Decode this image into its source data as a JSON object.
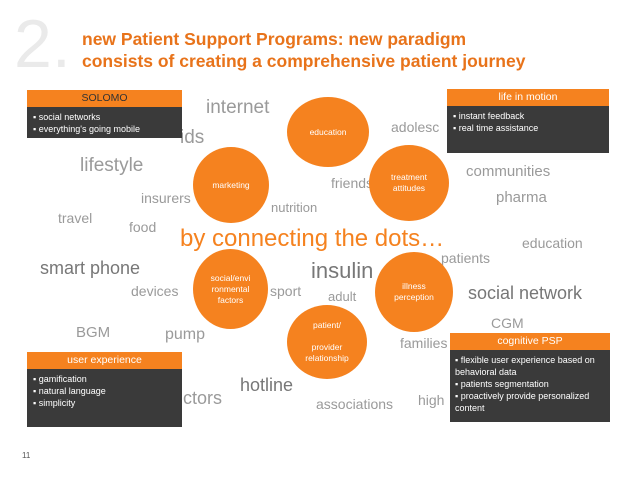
{
  "slide": {
    "section_number": "2.",
    "title_line1": "new Patient Support Programs: new paradigm",
    "title_line2": "consists of creating a comprehensive patient journey",
    "tagline": "by connecting the dots…",
    "page_number": "11"
  },
  "circles": {
    "education": "education",
    "treatment": "treatment\nattitudes",
    "marketing": "marketing",
    "social": "social/envi\nronmental\nfactors",
    "illness": "illness\nperception",
    "patient": "patient/\n\nprovider\nrelationship"
  },
  "words": {
    "internet": "internet",
    "kids": "ids",
    "adolescents": "adolesc",
    "lifestyle": "lifestyle",
    "communities": "communities",
    "insurers": "insurers",
    "friends": "friends",
    "pharma": "pharma",
    "nutrition": "nutrition",
    "travel": "travel",
    "food": "food",
    "education_word": "education",
    "patients": "patients",
    "smart_phone": "smart phone",
    "insulin": "insulin",
    "devices": "devices",
    "sport": "sport",
    "adult": "adult",
    "social_network": "social network",
    "bgm": "BGM",
    "pump": "pump",
    "cgm": "CGM",
    "families": "families",
    "hotline": "hotline",
    "doctors": "ctors",
    "associations": "associations",
    "high": "high"
  },
  "callouts": {
    "solomo": {
      "title": "SOLOMO",
      "items": [
        "social networks",
        "everything's going mobile"
      ]
    },
    "life_in_motion": {
      "title": "life in motion",
      "items": [
        "instant feedback",
        "real time assistance"
      ]
    },
    "user_experience": {
      "title": "user experience",
      "items": [
        "gamification",
        "natural language",
        "simplicity"
      ]
    },
    "cognitive_psp": {
      "title": "cognitive PSP",
      "items": [
        "flexible user experience based on behavioral data",
        "patients segmentation",
        "proactively provide personalized  content"
      ]
    }
  },
  "colors": {
    "accent": "#f5821f",
    "title": "#e8731a",
    "callout_body": "#3a3a3a",
    "word_gray": "#9a9a9a"
  }
}
